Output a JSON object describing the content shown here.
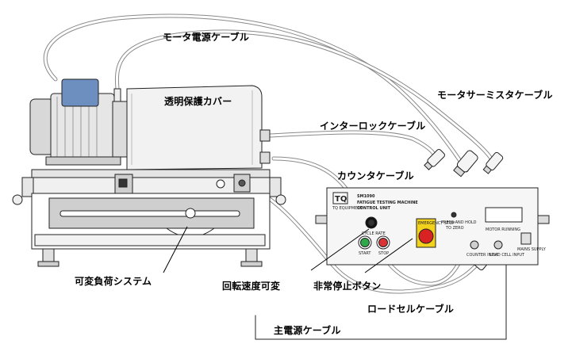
{
  "labels": {
    "motor_power_cable": "モータ電源ケーブル",
    "motor_thermistor_cable": "モータサーミスタケーブル",
    "transparent_cover": "透明保護カバー",
    "interlock_cable": "インターロックケーブル",
    "counter_cable": "カウンタケーブル",
    "variable_load_system": "可変負荷システム",
    "variable_speed": "回転速度可変",
    "emergency_stop_button": "非常停止ボタン",
    "load_cell_cable": "ロードセルケーブル",
    "main_power_cable": "主電源ケーブル"
  },
  "control_unit": {
    "brand": "TQ",
    "brand_sub": "TQ EQUIPMENT",
    "model": "SM1090",
    "title_line1": "FATIGUE TESTING MACHINE",
    "title_line2": "CONTROL UNIT",
    "press_hold_line1": "PRESS AND HOLD",
    "press_hold_line2": "TO ZERO",
    "motor_running": "MOTOR RUNNING",
    "cycle_rate": "CYCLE RATE",
    "emergency_stop": "EMERGENCY STOP",
    "start": "START",
    "stop": "STOP",
    "counter_input": "COUNTER INPUT",
    "load_cell_input": "LOAD CELL INPUT",
    "mains_supply": "MAINS SUPPLY"
  },
  "colors": {
    "line": "#222222",
    "cable_fill": "#ffffff",
    "cable_edge": "#8a8a8a",
    "motor_blue": "#6c8fbf",
    "machine_light": "#ececec",
    "machine_mid": "#c8c8c8",
    "estop_yellow": "#f2d21c",
    "estop_red": "#d92222",
    "start_green": "#2fa84a",
    "stop_red": "#d93333"
  }
}
